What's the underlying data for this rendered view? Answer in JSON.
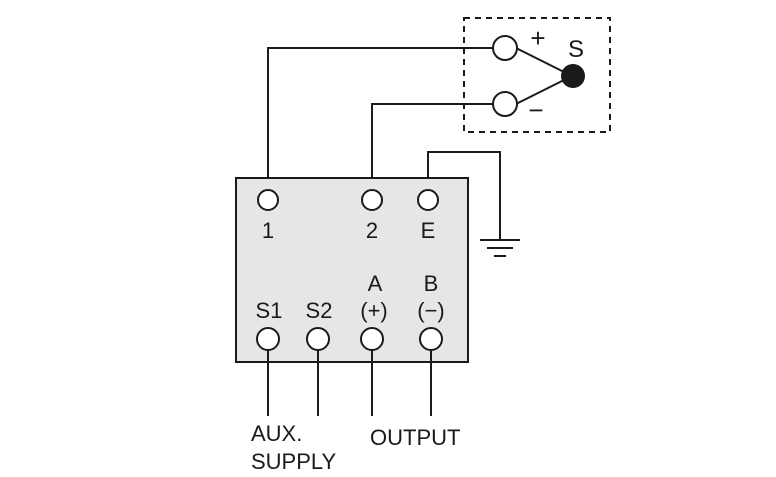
{
  "sensor": {
    "name": "S",
    "plus": "+",
    "minus": "−"
  },
  "module": {
    "inputs": [
      "1",
      "2",
      "E"
    ],
    "channel_letters": {
      "a": "A",
      "b": "B"
    },
    "bottom_terminals": [
      "S1",
      "S2",
      "(+)",
      "(−)"
    ]
  },
  "labels": {
    "aux_line1": "AUX.",
    "aux_line2": "SUPPLY",
    "output": "OUTPUT"
  },
  "colors": {
    "line": "#1a1a1a",
    "module_fill": "#e6e6e6",
    "terminal_fill": "#ffffff",
    "background": "#ffffff"
  }
}
